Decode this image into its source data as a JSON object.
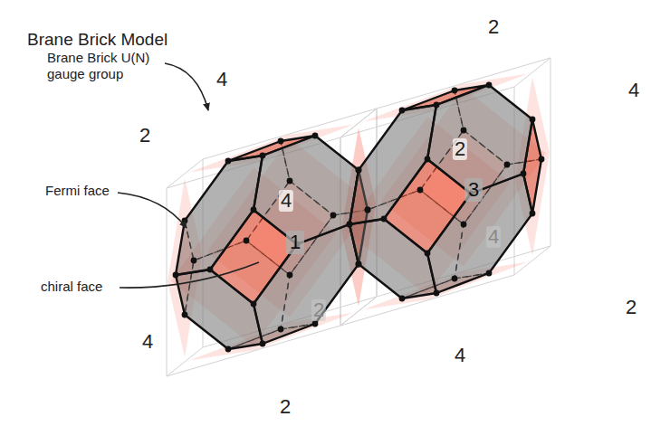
{
  "diagram": {
    "title": "Brane Brick Model",
    "nodes": [
      {
        "text": [
          "1"
        ]
      },
      {
        "text": [
          "3"
        ]
      }
    ],
    "labels": [
      "Brane Brick U(N) gauge group",
      "2",
      "4",
      "4",
      "2",
      "2",
      "Fermi face",
      "4",
      "4",
      "chiral face",
      "2",
      "2",
      "4",
      "4",
      "2"
    ]
  }
}
